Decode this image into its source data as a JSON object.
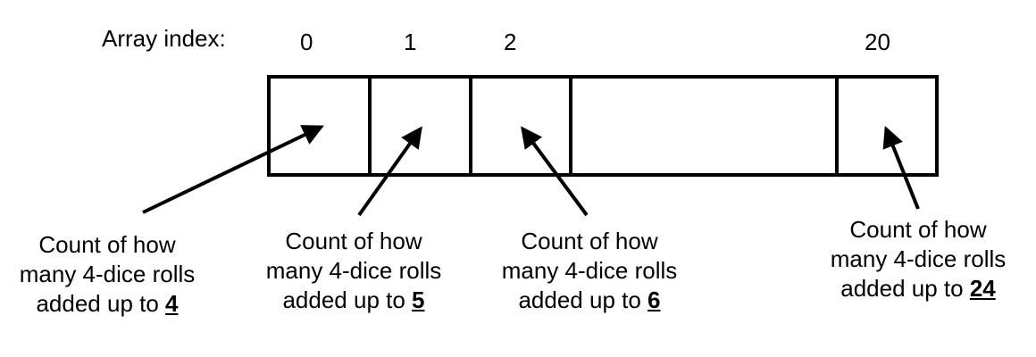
{
  "array_index_label": "Array index:",
  "indices": [
    "0",
    "1",
    "2",
    "20"
  ],
  "captions": [
    {
      "line1": "Count of how",
      "line2": "many 4-dice rolls",
      "line3_prefix": "added up to ",
      "value": "4"
    },
    {
      "line1": "Count of how",
      "line2": "many 4-dice rolls",
      "line3_prefix": "added up to ",
      "value": "5"
    },
    {
      "line1": "Count of how",
      "line2": "many 4-dice rolls",
      "line3_prefix": "added up to ",
      "value": "6"
    },
    {
      "line1": "Count of how",
      "line2": "many 4-dice rolls",
      "line3_prefix": "added up to ",
      "value": "24"
    }
  ],
  "colors": {
    "stroke": "#000000",
    "background": "#ffffff"
  }
}
